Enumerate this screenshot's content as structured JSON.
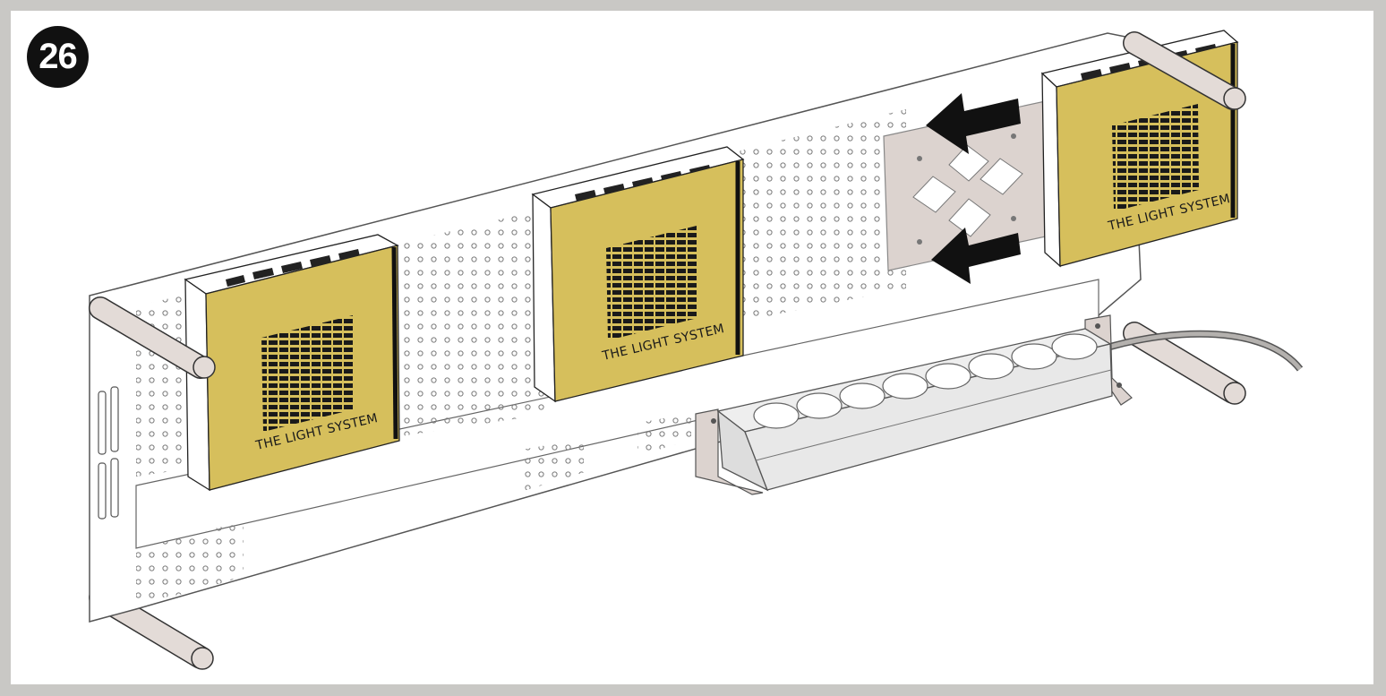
{
  "step": {
    "number": "26"
  },
  "lights": [
    {
      "id": "left",
      "brand": "THE LIGHT SYSTEM"
    },
    {
      "id": "middle",
      "brand": "THE LIGHT SYSTEM"
    },
    {
      "id": "right",
      "brand": "THE LIGHT SYSTEM"
    }
  ],
  "colors": {
    "light_face": "#d6bf5c",
    "rod": "#e3dbd7",
    "bracket": "#dcd3cf",
    "frame_border": "#c9c8c5",
    "arrow": "#111111"
  }
}
